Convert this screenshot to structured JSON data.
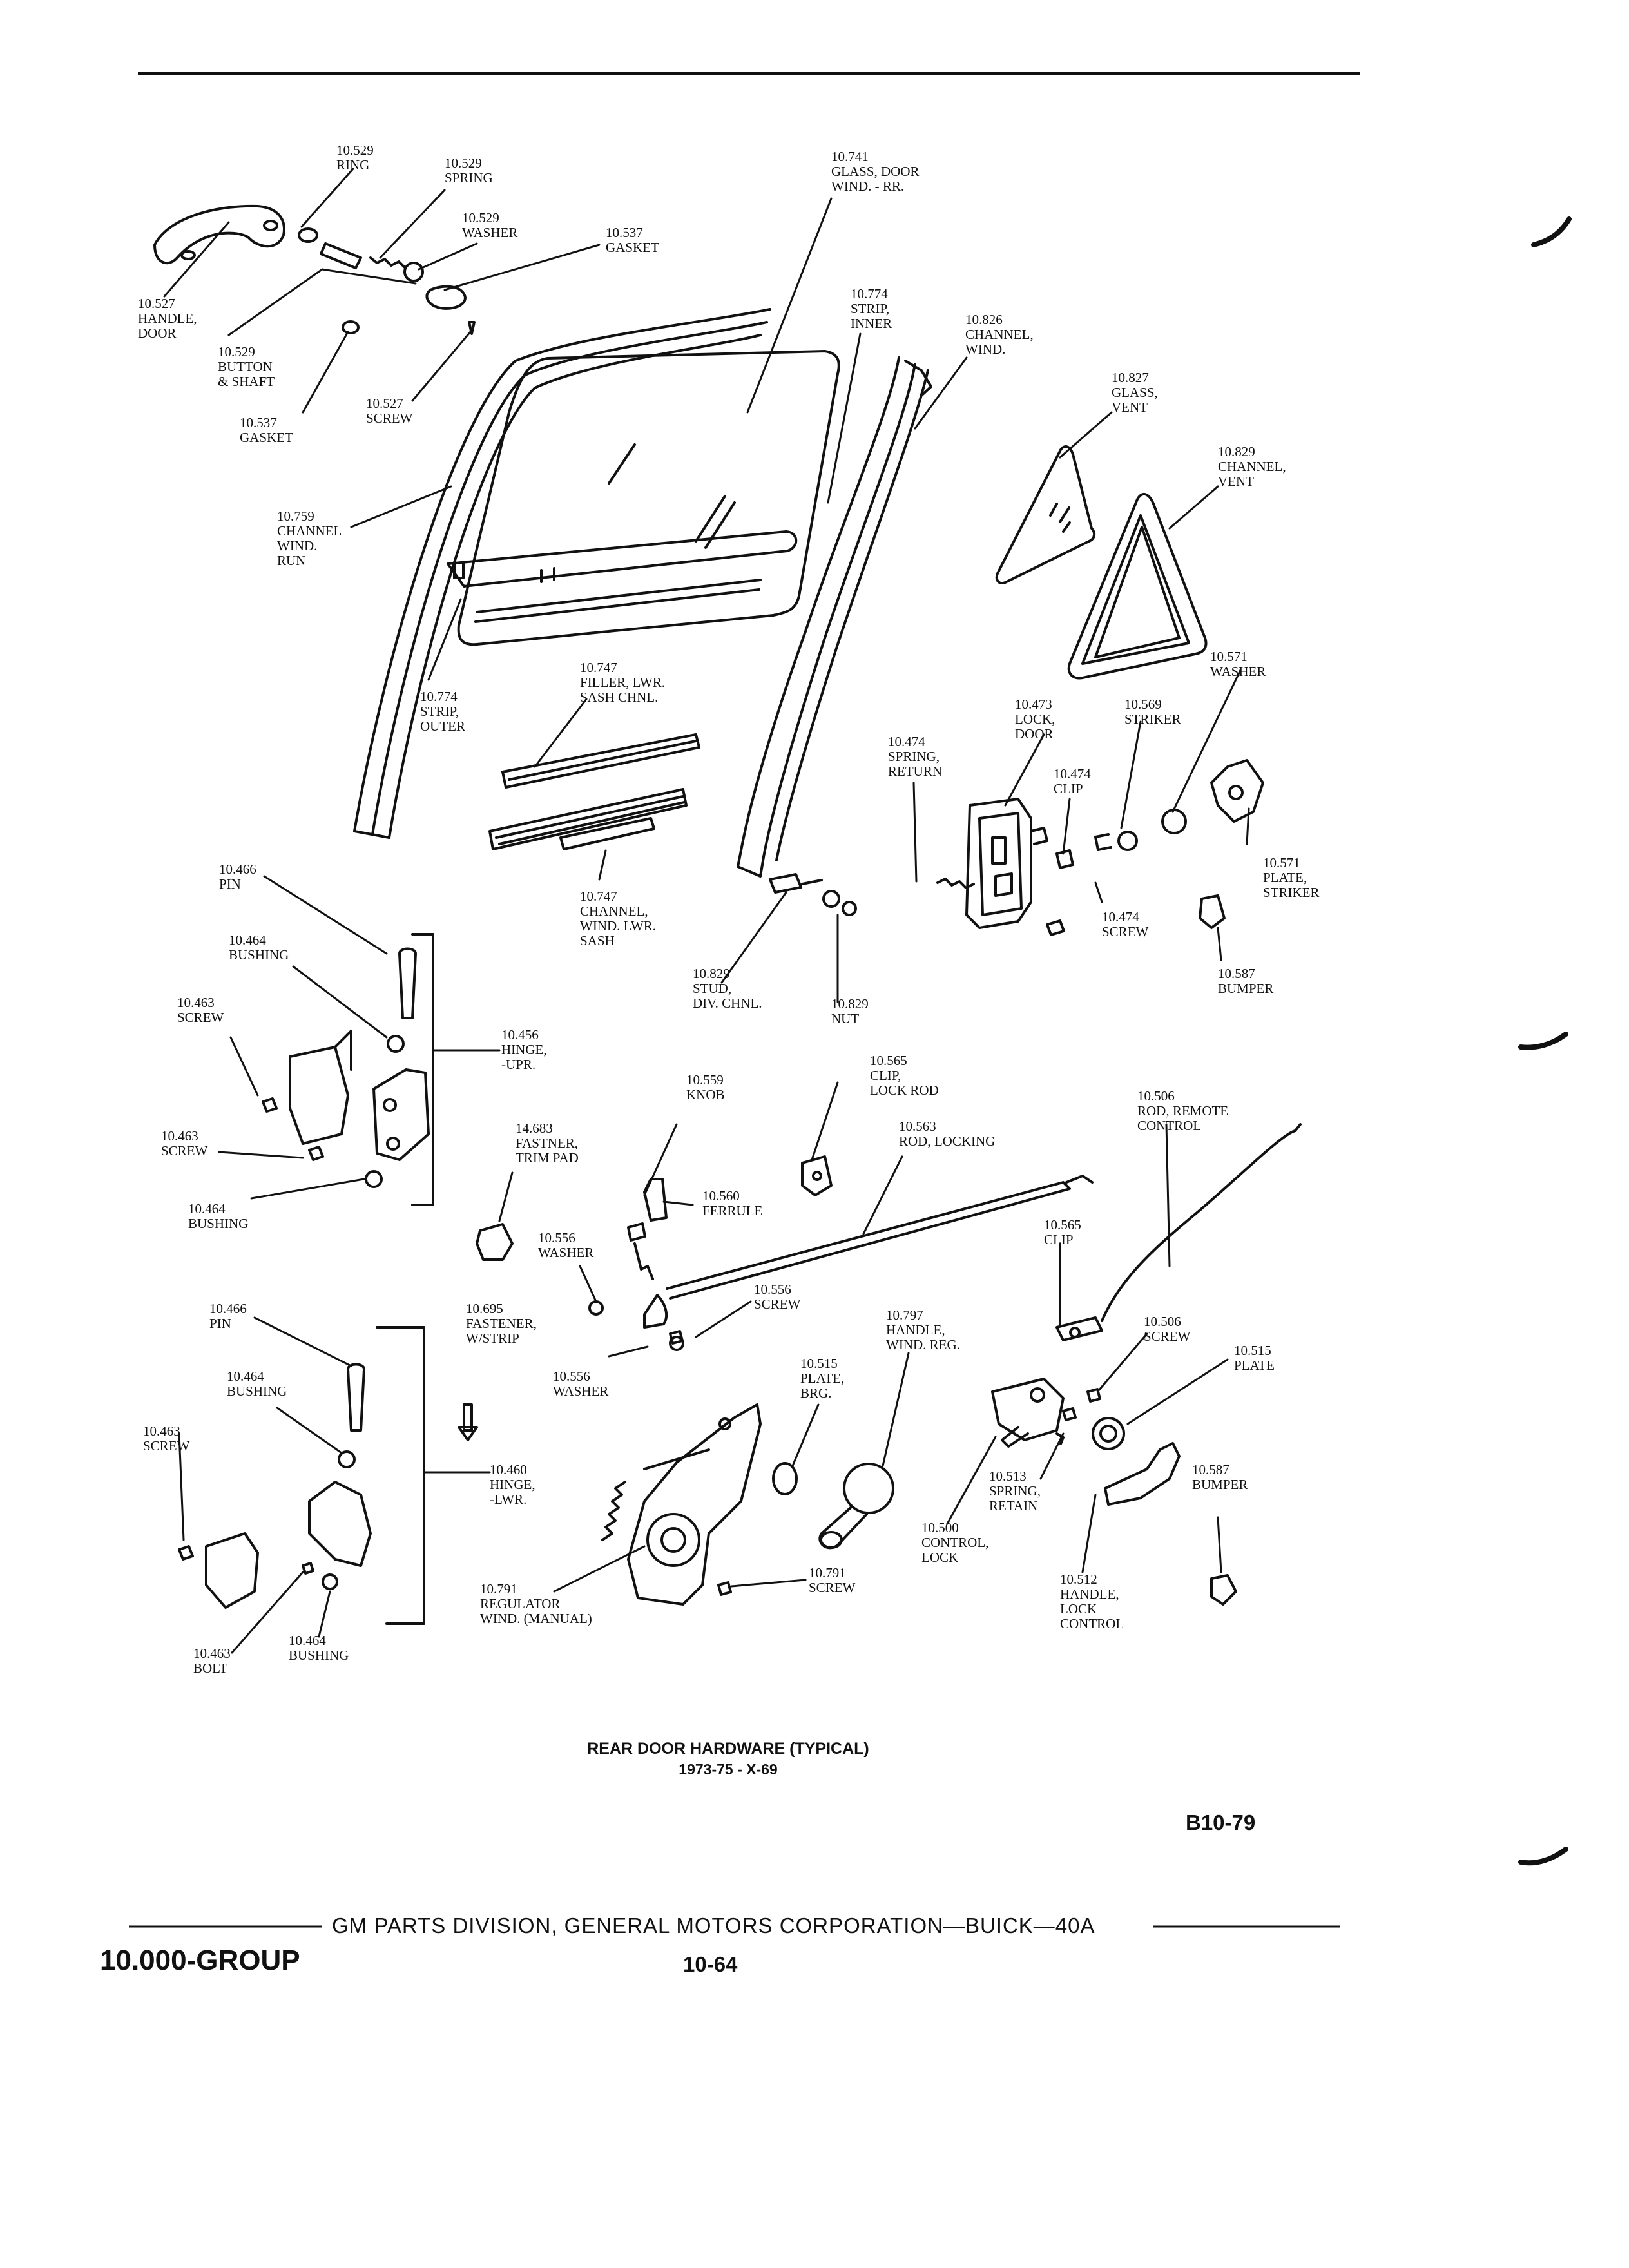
{
  "labels": [
    {
      "id": "ring-10529",
      "lines": [
        "10.529",
        "RING"
      ]
    },
    {
      "id": "spring-10529",
      "lines": [
        "10.529",
        "SPRING"
      ]
    },
    {
      "id": "washer-10529",
      "lines": [
        "10.529",
        "WASHER"
      ]
    },
    {
      "id": "gasket-10537-top",
      "lines": [
        "10.537",
        "GASKET"
      ]
    },
    {
      "id": "handle-door-10527",
      "lines": [
        "10.527",
        "HANDLE,",
        "DOOR"
      ]
    },
    {
      "id": "button-shaft-10529",
      "lines": [
        "10.529",
        "BUTTON",
        "& SHAFT"
      ]
    },
    {
      "id": "screw-10527",
      "lines": [
        "10.527",
        "SCREW"
      ]
    },
    {
      "id": "gasket-10537-bottom",
      "lines": [
        "10.537",
        "GASKET"
      ]
    },
    {
      "id": "glass-door-10741",
      "lines": [
        "10.741",
        "GLASS, DOOR",
        "WIND. - RR."
      ]
    },
    {
      "id": "strip-inner-10774",
      "lines": [
        "10.774",
        "STRIP,",
        "INNER"
      ]
    },
    {
      "id": "channel-wind-10826",
      "lines": [
        "10.826",
        "CHANNEL,",
        "WIND."
      ]
    },
    {
      "id": "glass-vent-10827",
      "lines": [
        "10.827",
        "GLASS,",
        "VENT"
      ]
    },
    {
      "id": "channel-vent-10829",
      "lines": [
        "10.829",
        "CHANNEL,",
        "VENT"
      ]
    },
    {
      "id": "channel-wind-run-10759",
      "lines": [
        "10.759",
        "CHANNEL",
        "WIND.",
        "RUN"
      ]
    },
    {
      "id": "filler-lwr-10747",
      "lines": [
        "10.747",
        "FILLER, LWR.",
        "SASH CHNL."
      ]
    },
    {
      "id": "strip-outer-10774",
      "lines": [
        "10.774",
        "STRIP,",
        "OUTER"
      ]
    },
    {
      "id": "washer-10571",
      "lines": [
        "10.571",
        "WASHER"
      ]
    },
    {
      "id": "lock-door-10473",
      "lines": [
        "10.473",
        "LOCK,",
        "DOOR"
      ]
    },
    {
      "id": "striker-10569",
      "lines": [
        "10.569",
        "STRIKER"
      ]
    },
    {
      "id": "spring-return-10474",
      "lines": [
        "10.474",
        "SPRING,",
        "RETURN"
      ]
    },
    {
      "id": "clip-10474",
      "lines": [
        "10.474",
        "CLIP"
      ]
    },
    {
      "id": "plate-striker-10571",
      "lines": [
        "10.571",
        "PLATE,",
        "STRIKER"
      ]
    },
    {
      "id": "pin-10466-upr",
      "lines": [
        "10.466",
        "PIN"
      ]
    },
    {
      "id": "channel-wind-lwr-10747",
      "lines": [
        "10.747",
        "CHANNEL,",
        "WIND. LWR.",
        "SASH"
      ]
    },
    {
      "id": "screw-10474",
      "lines": [
        "10.474",
        "SCREW"
      ]
    },
    {
      "id": "bushing-10464-a",
      "lines": [
        "10.464",
        "BUSHING"
      ]
    },
    {
      "id": "stud-10829",
      "lines": [
        "10.829",
        "STUD,",
        "DIV. CHNL."
      ]
    },
    {
      "id": "nut-10829",
      "lines": [
        "10.829",
        "NUT"
      ]
    },
    {
      "id": "bumper-10587-top",
      "lines": [
        "10.587",
        "BUMPER"
      ]
    },
    {
      "id": "screw-10463-a",
      "lines": [
        "10.463",
        "SCREW"
      ]
    },
    {
      "id": "hinge-upr-10456",
      "lines": [
        "10.456",
        "HINGE,",
        "-UPR."
      ]
    },
    {
      "id": "clip-lock-rod-10565",
      "lines": [
        "10.565",
        "CLIP,",
        "LOCK ROD"
      ]
    },
    {
      "id": "knob-10559",
      "lines": [
        "10.559",
        "KNOB"
      ]
    },
    {
      "id": "rod-remote-10506",
      "lines": [
        "10.506",
        "ROD, REMOTE",
        "CONTROL"
      ]
    },
    {
      "id": "rod-locking-10563",
      "lines": [
        "10.563",
        "ROD, LOCKING"
      ]
    },
    {
      "id": "fastner-trim-14683",
      "lines": [
        "14.683",
        "FASTNER,",
        "TRIM PAD"
      ]
    },
    {
      "id": "screw-10463-b",
      "lines": [
        "10.463",
        "SCREW"
      ]
    },
    {
      "id": "bushing-10464-b",
      "lines": [
        "10.464",
        "BUSHING"
      ]
    },
    {
      "id": "ferrule-10560",
      "lines": [
        "10.560",
        "FERRULE"
      ]
    },
    {
      "id": "washer-10556-a",
      "lines": [
        "10.556",
        "WASHER"
      ]
    },
    {
      "id": "clip-10565",
      "lines": [
        "10.565",
        "CLIP"
      ]
    },
    {
      "id": "screw-10556",
      "lines": [
        "10.556",
        "SCREW"
      ]
    },
    {
      "id": "pin-10466-lwr",
      "lines": [
        "10.466",
        "PIN"
      ]
    },
    {
      "id": "fastener-strip-10695",
      "lines": [
        "10.695",
        "FASTENER,",
        "W/STRIP"
      ]
    },
    {
      "id": "handle-wind-reg-10797",
      "lines": [
        "10.797",
        "HANDLE,",
        "WIND. REG."
      ]
    },
    {
      "id": "screw-10506",
      "lines": [
        "10.506",
        "SCREW"
      ]
    },
    {
      "id": "plate-10515-right",
      "lines": [
        "10.515",
        "PLATE"
      ]
    },
    {
      "id": "bushing-10464-c",
      "lines": [
        "10.464",
        "BUSHING"
      ]
    },
    {
      "id": "plate-brg-10515",
      "lines": [
        "10.515",
        "PLATE,",
        "BRG."
      ]
    },
    {
      "id": "washer-10556-b",
      "lines": [
        "10.556",
        "WASHER"
      ]
    },
    {
      "id": "screw-10463-c",
      "lines": [
        "10.463",
        "SCREW"
      ]
    },
    {
      "id": "hinge-lwr-10460",
      "lines": [
        "10.460",
        "HINGE,",
        "-LWR."
      ]
    },
    {
      "id": "spring-retain-10513",
      "lines": [
        "10.513",
        "SPRING,",
        "RETAIN"
      ]
    },
    {
      "id": "bumper-10587-bottom",
      "lines": [
        "10.587",
        "BUMPER"
      ]
    },
    {
      "id": "control-lock-10500",
      "lines": [
        "10.500",
        "CONTROL,",
        "LOCK"
      ]
    },
    {
      "id": "regulator-10791",
      "lines": [
        "10.791",
        "REGULATOR",
        "WIND. (MANUAL)"
      ]
    },
    {
      "id": "screw-10791",
      "lines": [
        "10.791",
        "SCREW"
      ]
    },
    {
      "id": "handle-lock-control-10512",
      "lines": [
        "10.512",
        "HANDLE,",
        "LOCK",
        "CONTROL"
      ]
    },
    {
      "id": "bushing-10464-d",
      "lines": [
        "10.464",
        "BUSHING"
      ]
    },
    {
      "id": "bolt-10463",
      "lines": [
        "10.463",
        "BOLT"
      ]
    }
  ],
  "caption": {
    "title": "REAR DOOR HARDWARE (TYPICAL)",
    "subtitle": "1973-75 - X-69"
  },
  "figure_code": "B10-79",
  "footer": {
    "group": "10.000-GROUP",
    "division": "GM PARTS DIVISION,  GENERAL MOTORS CORPORATION—BUICK—40A",
    "page": "10-64"
  }
}
